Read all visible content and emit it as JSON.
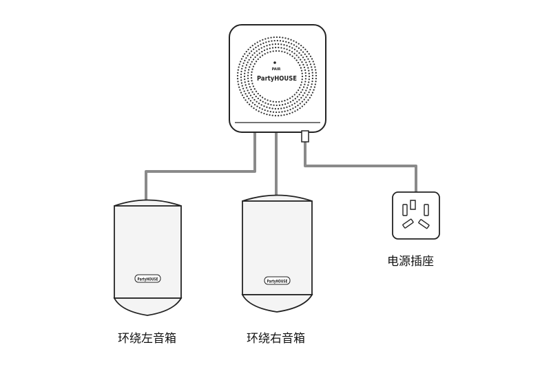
{
  "hub": {
    "small_label": "PAIR",
    "brand_logo": "PartyHOUSE"
  },
  "speakers": [
    {
      "caption": "环绕左音箱",
      "brand_logo": "PartyHOUSE"
    },
    {
      "caption": "环绕右音箱",
      "brand_logo": "PartyHOUSE"
    }
  ],
  "socket": {
    "caption": "电源插座",
    "icon": "power-socket-icon"
  },
  "colors": {
    "cable": "#8a8a8a",
    "outline": "#222222",
    "speaker_fill": "#f4f4f4",
    "hub_fill": "#ffffff"
  }
}
